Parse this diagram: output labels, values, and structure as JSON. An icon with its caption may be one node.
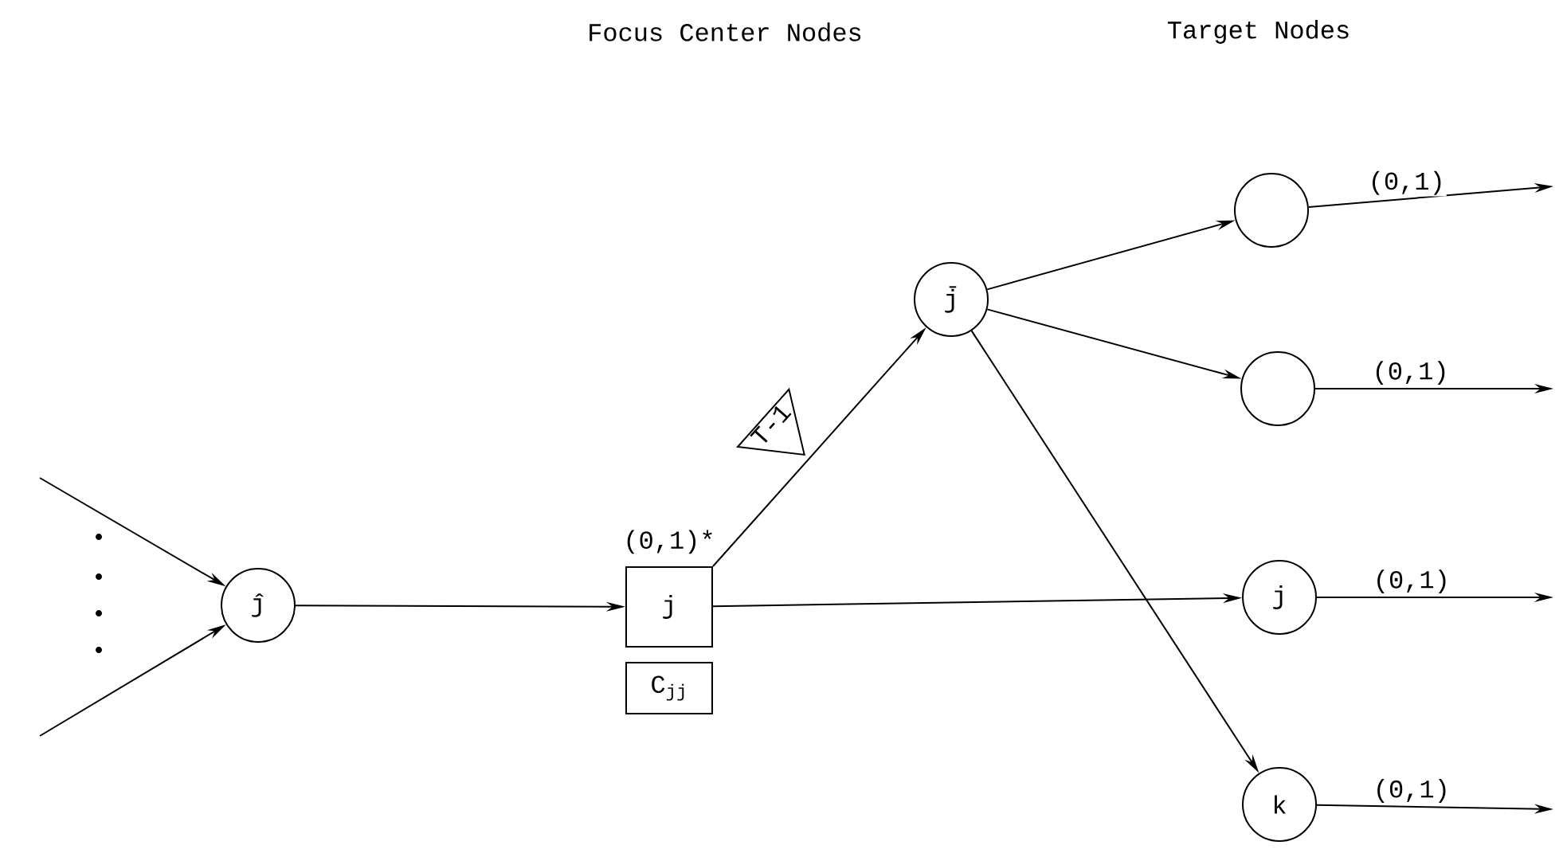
{
  "diagram": {
    "nodes": [
      {
        "text": [
          "ĵ"
        ]
      },
      {
        "text": [
          "j"
        ],
        "beside": [
          "(0,1)*"
        ]
      },
      {
        "text": [
          "C$_{jj}$"
        ]
      },
      {
        "text": [
          "j̄"
        ]
      },
      {
        "text": [],
        "shape": "circle"
      },
      {
        "text": [],
        "shape": "circle"
      },
      {
        "text": [
          "j"
        ]
      },
      {
        "text": [
          "k"
        ]
      }
    ],
    "edges": [
      {
        "from": null,
        "to": 0,
        "arrow": "to"
      },
      {
        "from": null,
        "to": 0,
        "arrow": "to"
      },
      {
        "from": 0,
        "to": 1,
        "arrow": "to"
      },
      {
        "from": 1,
        "to": 3,
        "arrow": "to",
        "label": "T-1"
      },
      {
        "from": 3,
        "to": 4,
        "arrow": "to"
      },
      {
        "from": 3,
        "to": 5,
        "arrow": "to"
      },
      {
        "from": 1,
        "to": 6,
        "arrow": "to"
      },
      {
        "from": 3,
        "to": 7,
        "arrow": "to"
      },
      {
        "from": 4,
        "to": null,
        "arrow": "to",
        "label": "(0,1)"
      },
      {
        "from": 5,
        "to": null,
        "arrow": "to",
        "label": "(0,1)"
      },
      {
        "from": 6,
        "to": null,
        "arrow": "to",
        "label": "(0,1)"
      },
      {
        "from": 7,
        "to": null,
        "arrow": "to",
        "label": "(0,1)"
      }
    ],
    "labels": [
      "Focus Center Nodes",
      "Target Nodes"
    ]
  }
}
